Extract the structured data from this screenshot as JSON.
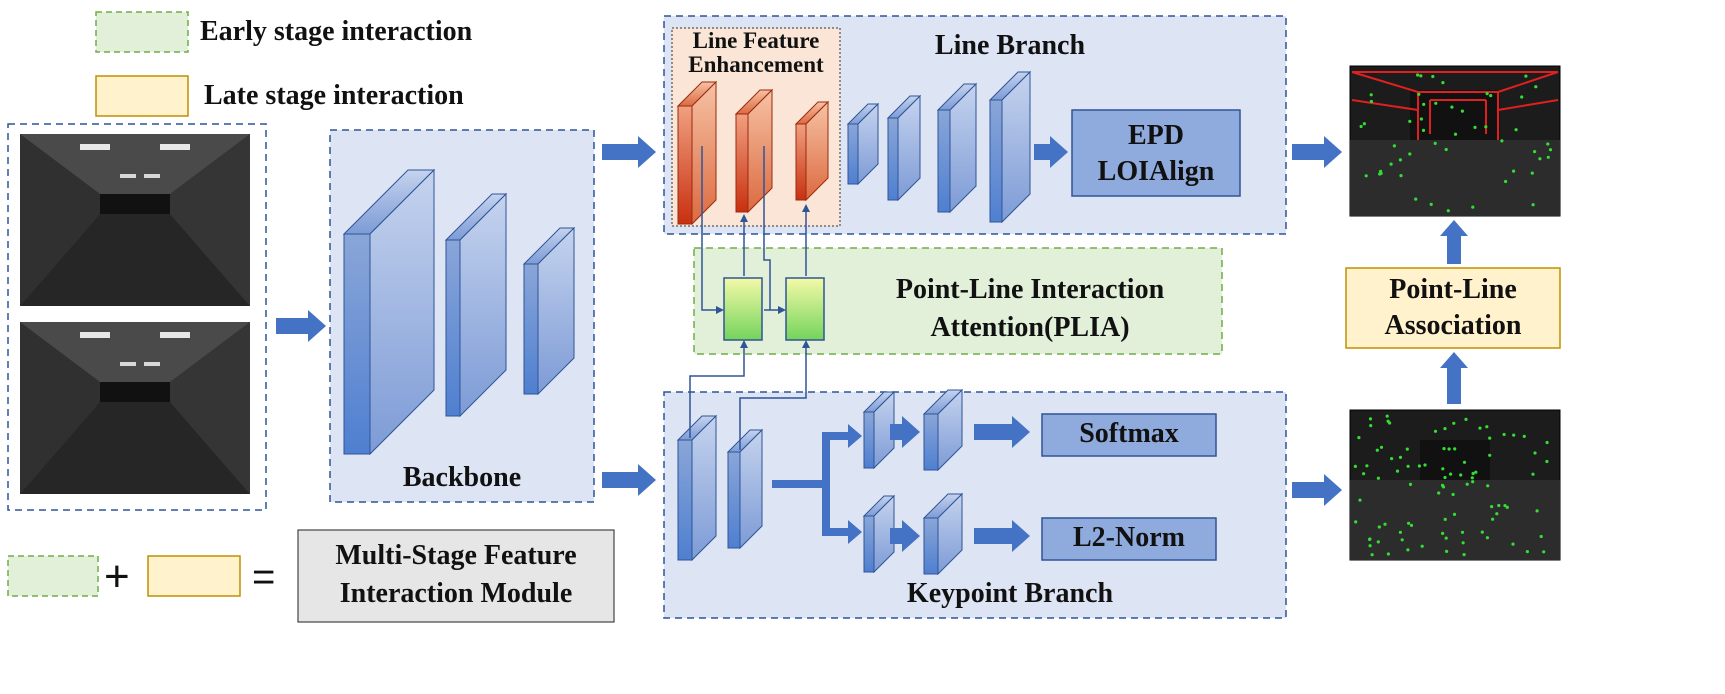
{
  "legend": {
    "early": "Early stage interaction",
    "late": "Late  stage interaction",
    "plus": "+",
    "equals": "=",
    "module_line1": "Multi-Stage Feature",
    "module_line2": "Interaction  Module"
  },
  "backbone": {
    "label": "Backbone"
  },
  "line_branch": {
    "label": "Line Branch",
    "enhancement_line1": "Line Feature",
    "enhancement_line2": "Enhancement",
    "head_line1": "EPD",
    "head_line2": "LOIAlign"
  },
  "plia": {
    "line1": "Point-Line Interaction",
    "line2": "Attention(PLIA)"
  },
  "keypoint_branch": {
    "label": "Keypoint Branch",
    "softmax": "Softmax",
    "l2norm": "L2-Norm"
  },
  "association": {
    "line1": "Point-Line",
    "line2": "Association"
  },
  "colors": {
    "panel_blue": "#dde4f4",
    "dash_blue": "#2f5597",
    "early_green": "#e2f0d9",
    "late_yellow": "#fff2cc",
    "late_border": "#bf9000",
    "module_gray": "#e7e6e6",
    "head_box": "#8faadc",
    "arrow_blue": "#4472c4",
    "enhance_bg": "#fbe5d6"
  }
}
